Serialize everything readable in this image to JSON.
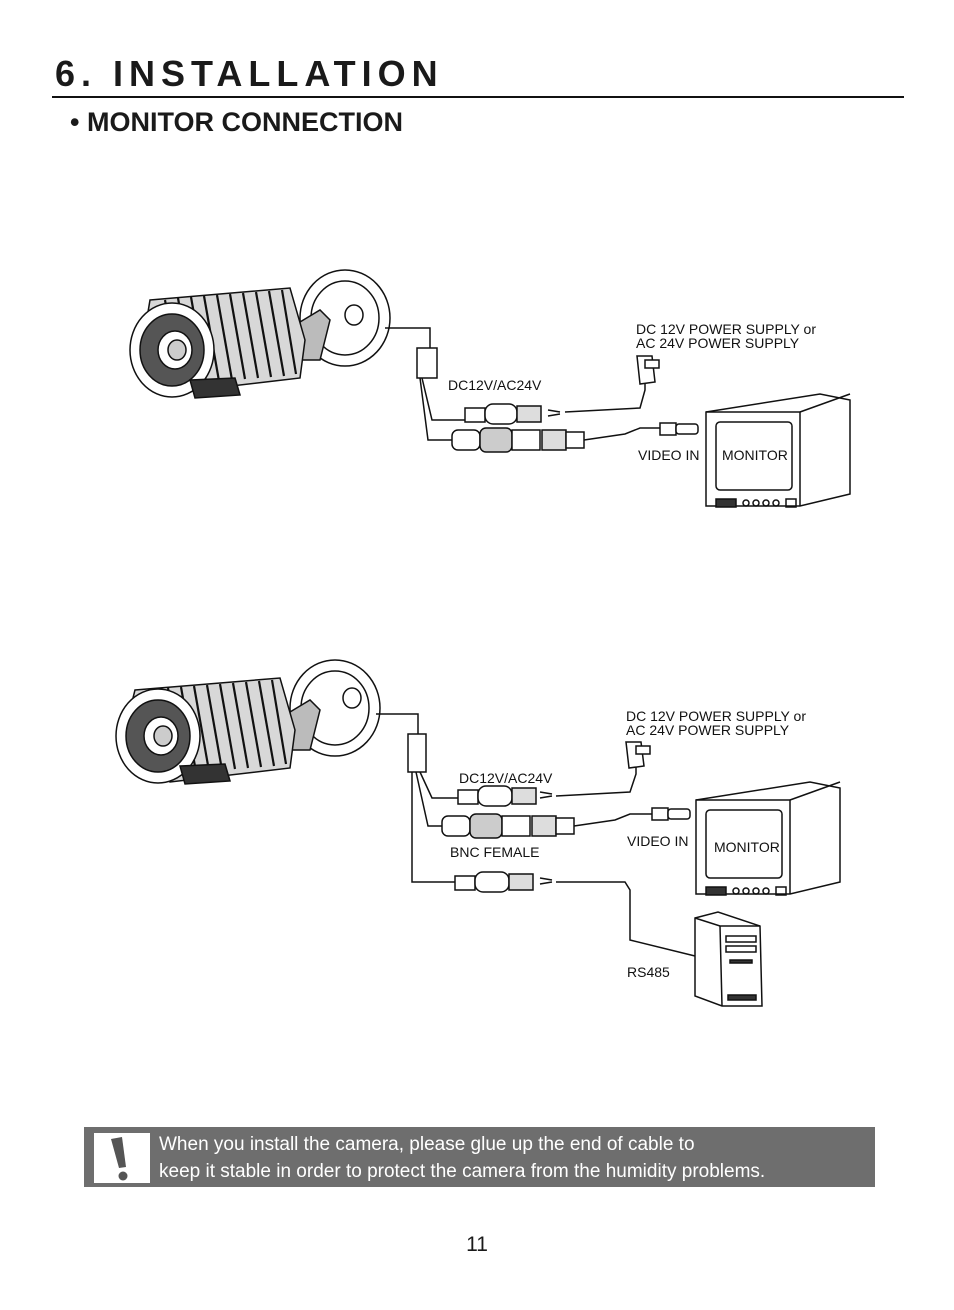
{
  "header": {
    "title": "6. INSTALLATION",
    "section": "• MONITOR CONNECTION"
  },
  "diagram1": {
    "power_supply_line1": "DC 12V POWER SUPPLY or",
    "power_supply_line2": "AC 24V POWER SUPPLY",
    "power_label": "DC12V/AC24V",
    "video_in": "VIDEO IN",
    "monitor": "MONITOR"
  },
  "diagram2": {
    "power_supply_line1": "DC 12V POWER SUPPLY or",
    "power_supply_line2": "AC 24V POWER SUPPLY",
    "power_label": "DC12V/AC24V",
    "video_in": "VIDEO IN",
    "monitor": "MONITOR",
    "bnc_female": "BNC FEMALE",
    "rs485": "RS485"
  },
  "note": {
    "line1": "When you install the camera, please glue up the end of cable to",
    "line2": "keep it stable in order to protect the camera from the humidity problems."
  },
  "page_number": "11",
  "colors": {
    "note_background": "#6e6e6e",
    "ink": "#1a1a1a"
  },
  "icons": [
    "bullet-camera-icon",
    "power-adapter-icon",
    "monitor-icon",
    "pc-tower-icon",
    "exclamation-icon"
  ]
}
